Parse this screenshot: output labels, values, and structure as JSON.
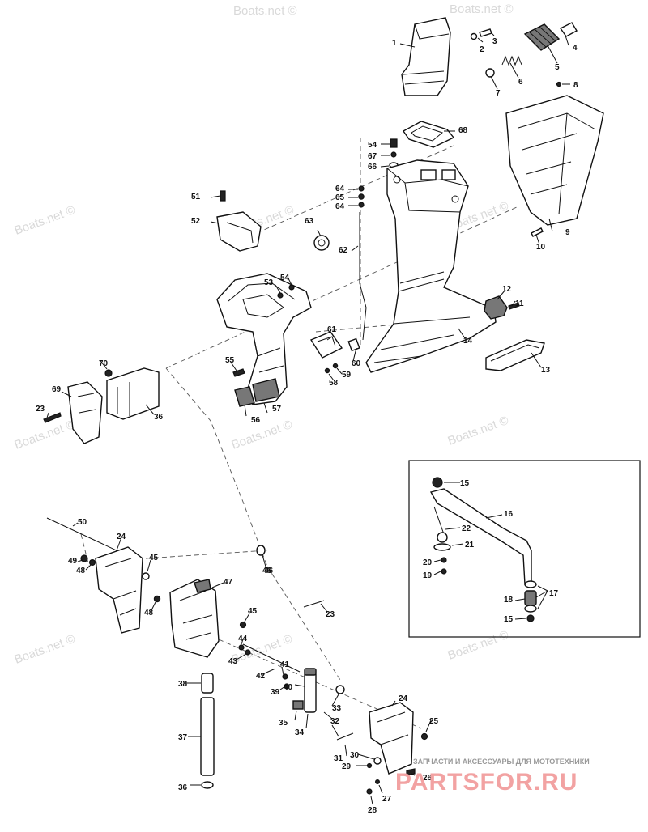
{
  "watermarks": [
    {
      "text": "Boats.net ©"
    },
    {
      "text": "Boats.net ©"
    },
    {
      "text": "Boats.net ©"
    },
    {
      "text": "Boats.net ©"
    },
    {
      "text": "Boats.net ©"
    },
    {
      "text": "Boats.net ©"
    },
    {
      "text": "Boats.net ©"
    },
    {
      "text": "Boats.net ©"
    },
    {
      "text": "Boats.net ©"
    },
    {
      "text": "Boats.net ©"
    },
    {
      "text": "Boats.net ©"
    }
  ],
  "brand": {
    "tagline": "ЗАПЧАСТИ И АКСЕССУАРЫ ДЛЯ МОТОТЕХНИКИ",
    "name": "PARTSFOR.RU"
  },
  "callouts": [
    "1",
    "2",
    "3",
    "4",
    "5",
    "6",
    "7",
    "8",
    "9",
    "10",
    "11",
    "12",
    "13",
    "14",
    "15",
    "16",
    "17",
    "18",
    "15",
    "19",
    "20",
    "21",
    "22",
    "23",
    "24",
    "25",
    "26",
    "27",
    "28",
    "29",
    "30",
    "31",
    "32",
    "33",
    "34",
    "35",
    "36",
    "37",
    "38",
    "39",
    "40",
    "41",
    "42",
    "43",
    "44",
    "45",
    "46",
    "47",
    "48",
    "49",
    "48",
    "50",
    "45",
    "46",
    "24",
    "51",
    "52",
    "53",
    "54",
    "55",
    "56",
    "57",
    "58",
    "59",
    "60",
    "61",
    "62",
    "63",
    "64",
    "65",
    "64",
    "54",
    "67",
    "66",
    "68",
    "69",
    "70",
    "36",
    "23"
  ]
}
